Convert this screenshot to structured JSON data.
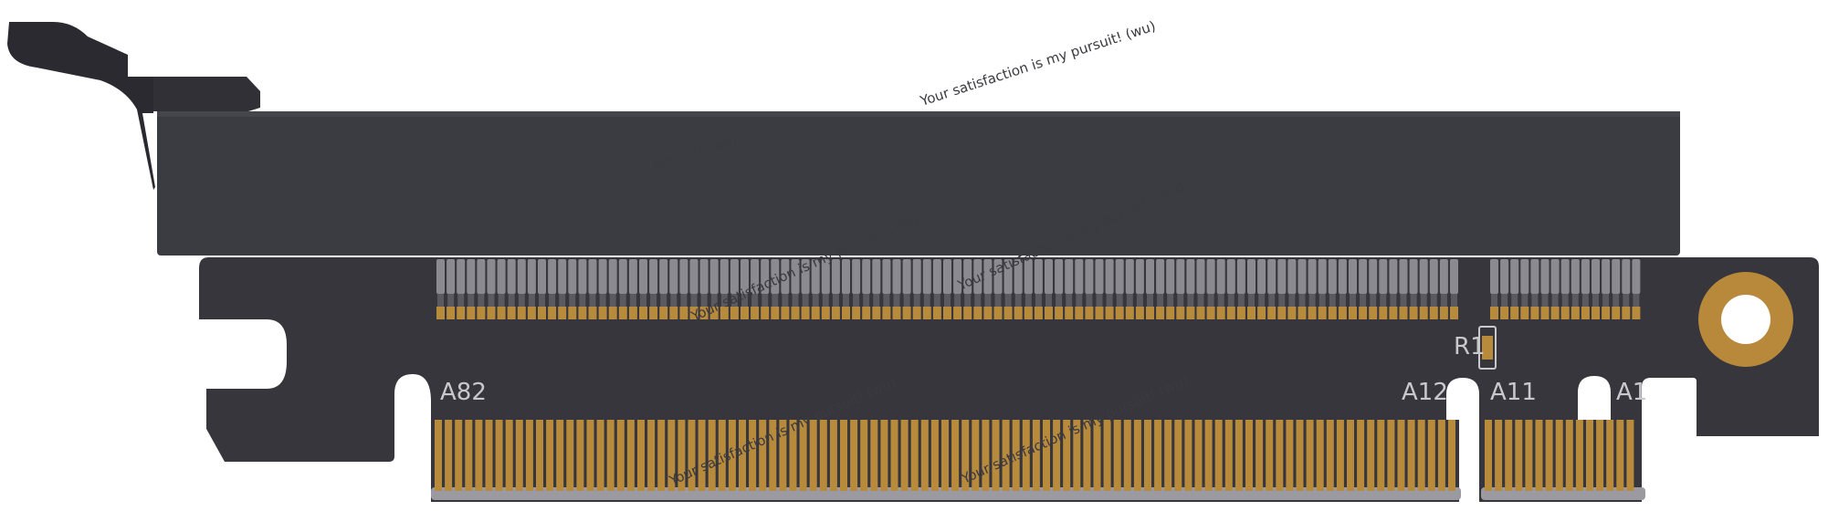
{
  "labels": {
    "a82": "A82",
    "a12": "A12",
    "a11": "A11",
    "a1": "A1",
    "r1": "R1"
  },
  "watermark": {
    "full": "Your satisfaction is my pursuit!   (wu)",
    "partial": "pursuit!   (wu)"
  },
  "colors": {
    "board": "#36363c",
    "slot": "#3b3b42",
    "latch": "#2a2a30",
    "gold": "#b88a3c",
    "pin": "#8a8a90",
    "ring": "#b8893b"
  }
}
